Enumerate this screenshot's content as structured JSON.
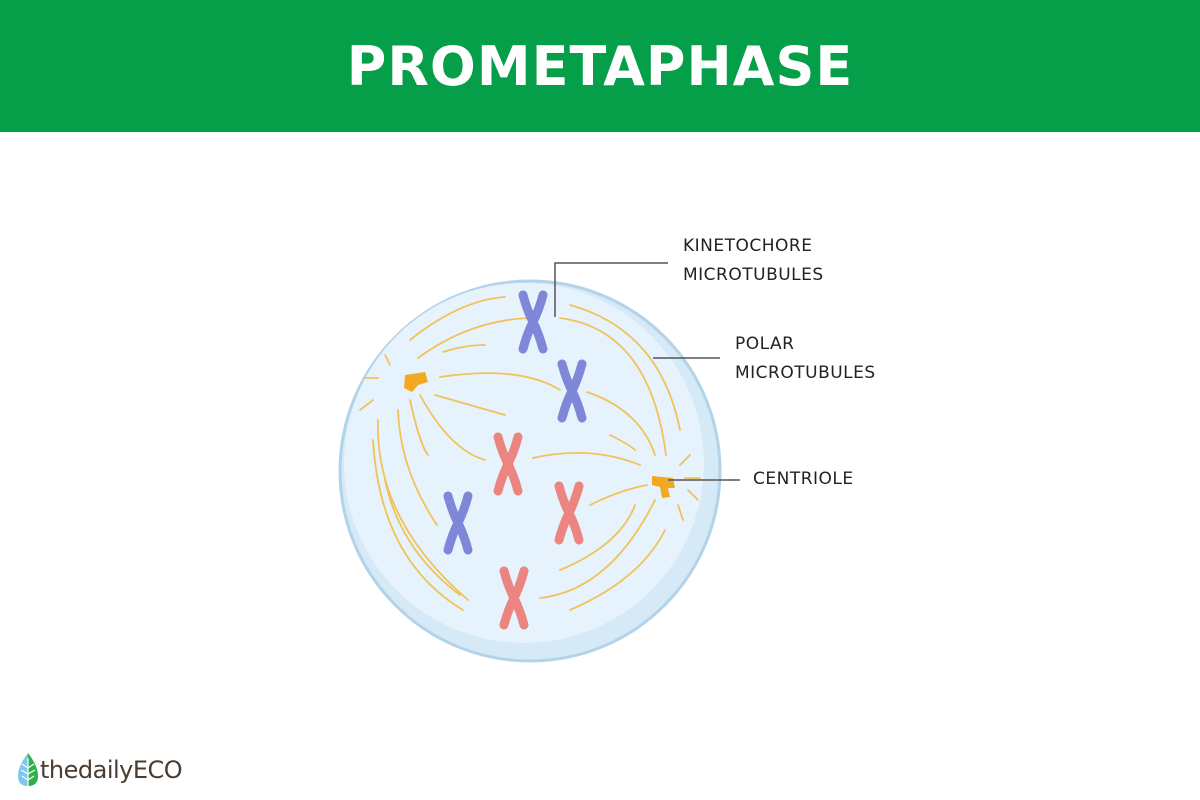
{
  "title": "PROMETAPHASE",
  "labels": {
    "kinetochore_line1": "KINETOCHORE",
    "kinetochore_line2": "MICROTUBULES",
    "polar_line1": "POLAR",
    "polar_line2": "MICROTUBULES",
    "centriole": "CENTRIOLE"
  },
  "logo": {
    "text": "thedailyECO"
  },
  "colors": {
    "header": "#059f49",
    "cell_fill": "#e3f1fb",
    "cell_border": "#b3d3ea",
    "microtubule": "#f2c25a",
    "chromosome_blue": "#7f88d8",
    "chromosome_red": "#ec8580",
    "centriole": "#f2a921"
  }
}
